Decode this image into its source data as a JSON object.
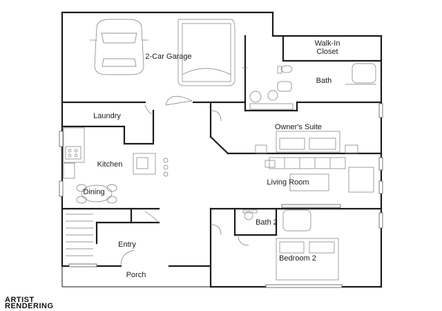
{
  "rooms": {
    "garage": "2-Car Garage",
    "walkin": [
      "Walk-In",
      "Closet"
    ],
    "bath": "Bath",
    "laundry": "Laundry",
    "owners": "Owner's Suite",
    "kitchen": "Kitchen",
    "dining": "Dining",
    "living": "Living Room",
    "bath2": "Bath 2",
    "entry": "Entry",
    "bedroom2": "Bedroom 2",
    "porch": "Porch"
  },
  "note": {
    "line1": "ARTIST",
    "line2": "RENDERING"
  }
}
